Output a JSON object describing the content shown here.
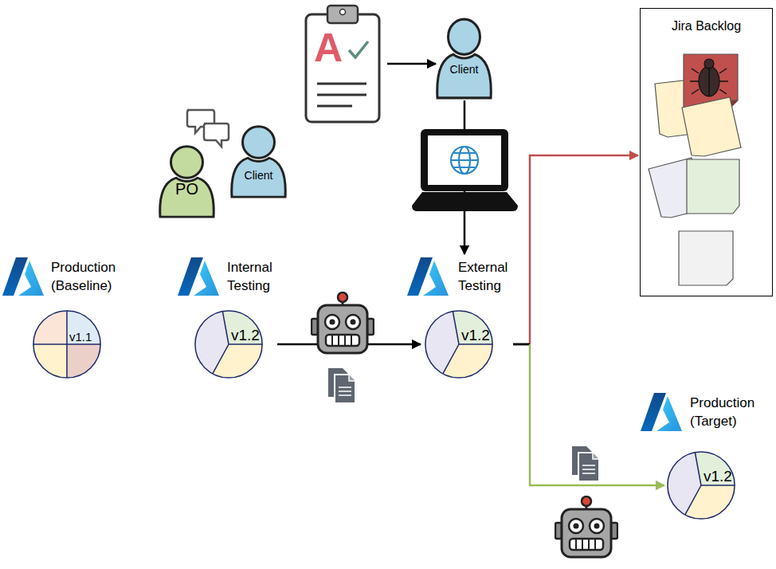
{
  "diagram": {
    "nodes": [
      {
        "text": [
          "A"
        ]
      },
      {
        "text": [
          "Client"
        ]
      },
      {
        "text": [
          "PO"
        ]
      },
      {
        "text": [
          "Client"
        ]
      },
      {
        "text": [
          "Jira Backlog"
        ]
      },
      {
        "text": [
          "Production (Baseline)",
          "v1.1"
        ]
      },
      {
        "text": [
          "Internal Testing",
          "v1.2"
        ]
      },
      {
        "text": [
          "External Testing",
          "v1.2"
        ]
      },
      {
        "text": [
          "Production (Target)",
          "v1.2"
        ]
      }
    ],
    "edges": [
      {
        "from": 0,
        "to": 1,
        "arrow": "to"
      },
      {
        "from": 1,
        "to": 7,
        "arrow": "to"
      },
      {
        "from": 6,
        "to": 7,
        "arrow": "to"
      },
      {
        "from": 7,
        "to": 4,
        "arrow": "to"
      },
      {
        "from": 7,
        "to": 8,
        "arrow": "to"
      }
    ]
  }
}
